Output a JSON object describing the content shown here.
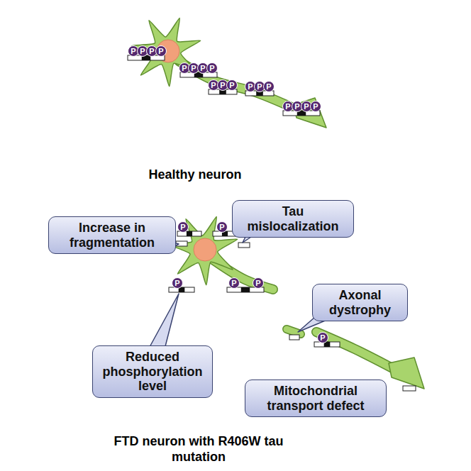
{
  "diagram": {
    "nodes": [
      {
        "text": [
          "Increase in fragmentation"
        ]
      },
      {
        "text": [
          "Tau mislocalization"
        ]
      },
      {
        "text": [
          "Axonal dystrophy"
        ]
      },
      {
        "text": [
          "Reduced phosphorylation level"
        ]
      },
      {
        "text": [
          "Mitochondrial transport defect"
        ]
      }
    ],
    "labels": [
      "Healthy neuron",
      "FTD neuron with R406W tau mutation",
      "P",
      "P",
      "P",
      "P",
      "P",
      "P",
      "P",
      "P",
      "P",
      "P",
      "P",
      "P",
      "P",
      "P",
      "P",
      "P",
      "P",
      "P",
      "P",
      "P",
      "P",
      "P",
      "P",
      "P"
    ]
  }
}
